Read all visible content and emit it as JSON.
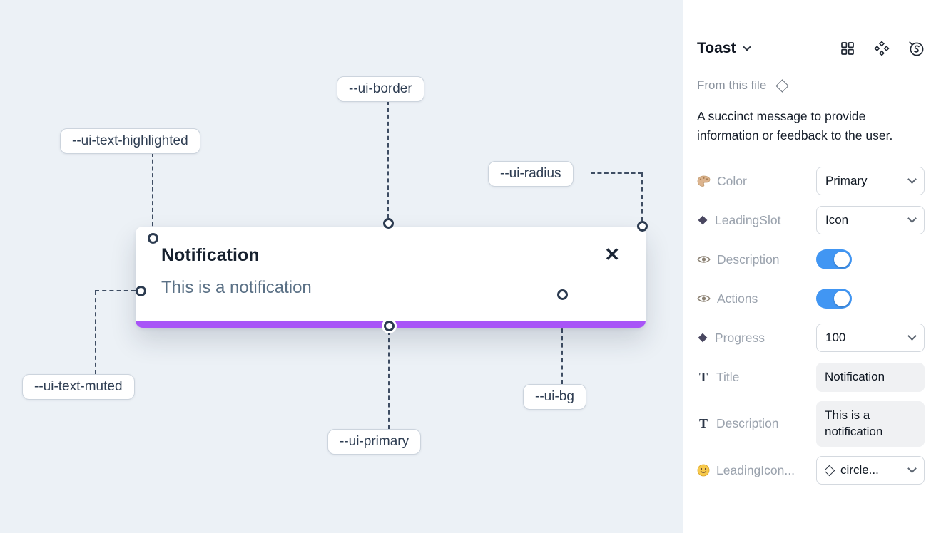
{
  "colors": {
    "canvas_bg": "#ecf1f6",
    "panel_bg": "#ffffff",
    "primary_purple": "#a855f7",
    "toggle_blue": "#4196f3",
    "connector_line": "#3e4d63"
  },
  "canvas": {
    "toast": {
      "title": "Notification",
      "description": "This is a notification",
      "close_glyph": "✕",
      "progress_percent": 100
    },
    "token_labels": [
      {
        "text": "--ui-border"
      },
      {
        "text": "--ui-text-highlighted"
      },
      {
        "text": "--ui-radius"
      },
      {
        "text": "--ui-text-muted"
      },
      {
        "text": "--ui-primary"
      },
      {
        "text": "--ui-bg"
      }
    ]
  },
  "panel": {
    "title": "Toast",
    "header_icons": [
      "grid-icon",
      "components-icon",
      "swap-icon"
    ],
    "source_label": "From this file",
    "description": "A succinct message to provide information or feedback to the user.",
    "icons": {
      "text_glyph": "T"
    },
    "properties": [
      {
        "icon": "palette-icon",
        "label": "Color",
        "control": "select",
        "value": "Primary"
      },
      {
        "icon": "diamond-icon",
        "label": "LeadingSlot",
        "control": "select",
        "value": "Icon"
      },
      {
        "icon": "eye-icon",
        "label": "Description",
        "control": "toggle",
        "value": "on"
      },
      {
        "icon": "eye-icon",
        "label": "Actions",
        "control": "toggle",
        "value": "on"
      },
      {
        "icon": "diamond-icon",
        "label": "Progress",
        "control": "select",
        "value": "100"
      },
      {
        "icon": "text-icon",
        "label": "Title",
        "control": "input",
        "value": "Notification"
      },
      {
        "icon": "text-icon",
        "label": "Description",
        "control": "input",
        "value": "This is a notification"
      },
      {
        "icon": "smiley-icon",
        "label": "LeadingIcon...",
        "control": "select-icon",
        "value": "circle..."
      }
    ]
  }
}
